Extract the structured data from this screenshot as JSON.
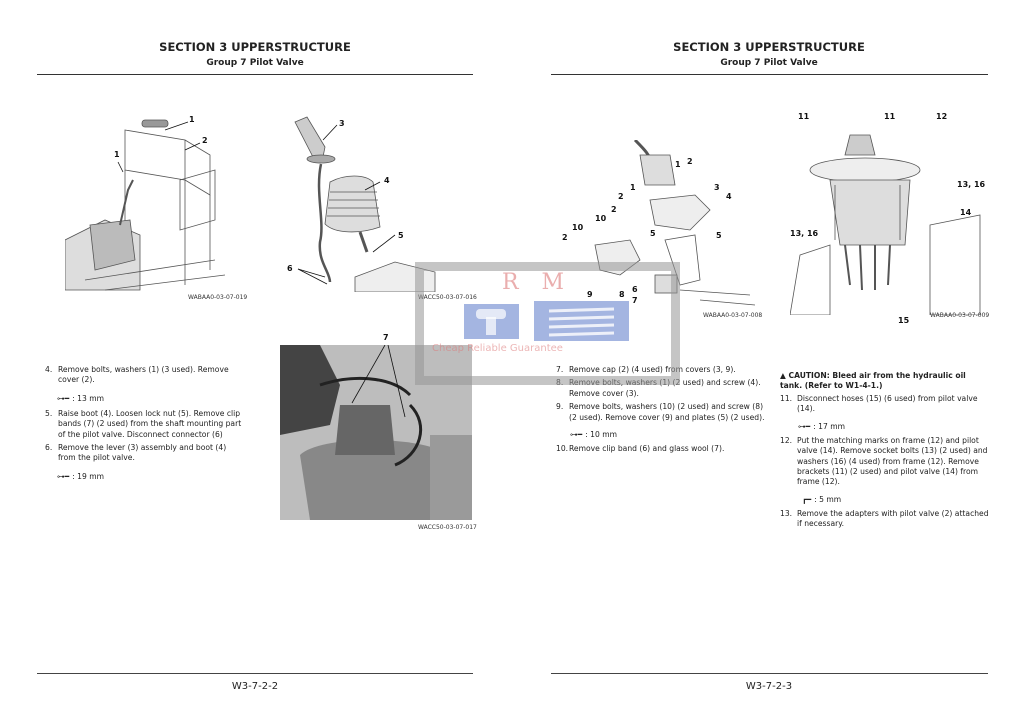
{
  "left_page": {
    "section": "SECTION 3 UPPERSTRUCTURE",
    "group": "Group 7 Pilot Valve",
    "page_number": "W3-7-2-2",
    "figures": [
      {
        "caption": "WABAA0-03-07-019",
        "labels": [
          "1",
          "2",
          "1"
        ]
      },
      {
        "caption": "WACC50-03-07-016",
        "labels": [
          "3",
          "4",
          "5",
          "6"
        ]
      },
      {
        "caption": "WACC50-03-07-017",
        "labels": [
          "7"
        ]
      }
    ],
    "steps": [
      {
        "num": "4.",
        "text": "Remove bolts, washers (1) (3 used). Remove cover (2)."
      },
      {
        "tool": ": 13 mm"
      },
      {
        "num": "5.",
        "text": "Raise boot (4). Loosen lock nut (5). Remove clip bands (7) (2 used) from the shaft mounting part of the pilot valve. Disconnect connector (6)"
      },
      {
        "num": "6.",
        "text": "Remove the lever (3) assembly and boot (4) from the pilot valve."
      },
      {
        "tool": ": 19 mm"
      }
    ]
  },
  "right_page": {
    "section": "SECTION 3 UPPERSTRUCTURE",
    "group": "Group 7 Pilot Valve",
    "page_number": "W3-7-2-3",
    "figures": [
      {
        "caption": "WABAA0-03-07-008",
        "labels": [
          "1",
          "2",
          "2",
          "1",
          "3",
          "4",
          "2",
          "10",
          "2",
          "10",
          "5",
          "5",
          "9",
          "8",
          "6",
          "7"
        ]
      },
      {
        "caption": "WABAA0-03-07-009",
        "labels": [
          "11",
          "11",
          "12",
          "13, 16",
          "14",
          "13, 16",
          "15"
        ]
      }
    ],
    "steps_col1": [
      {
        "num": "7.",
        "text": "Remove cap (2) (4 used) from covers (3, 9)."
      },
      {
        "num": "8.",
        "text": "Remove bolts, washers (1) (2 used) and screw (4). Remove cover (3)."
      },
      {
        "num": "9.",
        "text": "Remove bolts, washers (10) (2 used) and screw (8) (2 used). Remove cover (9) and plates (5) (2 used)."
      },
      {
        "tool": ": 10 mm"
      },
      {
        "num": "10.",
        "text": "Remove clip band (6) and glass wool (7)."
      }
    ],
    "caution": {
      "label": "CAUTION:",
      "text": "Bleed air from the hydraulic oil tank. (Refer to W1-4-1.)"
    },
    "steps_col2": [
      {
        "num": "11.",
        "text": "Disconnect hoses (15) (6 used) from pilot valve (14)."
      },
      {
        "tool": ": 17 mm"
      },
      {
        "num": "12.",
        "text": "Put the matching marks on frame (12) and pilot valve (14). Remove socket bolts (13) (2 used) and washers (16) (4 used) from frame (12). Remove brackets (11) (2 used) and pilot valve (14) from frame (12)."
      },
      {
        "hex_tool": ": 5 mm"
      },
      {
        "num": "13.",
        "text": "Remove the adapters with pilot valve (2) attached if necessary."
      }
    ]
  },
  "watermark": {
    "letters": "R M",
    "slogan": "Cheap Reliable Guarantee"
  }
}
